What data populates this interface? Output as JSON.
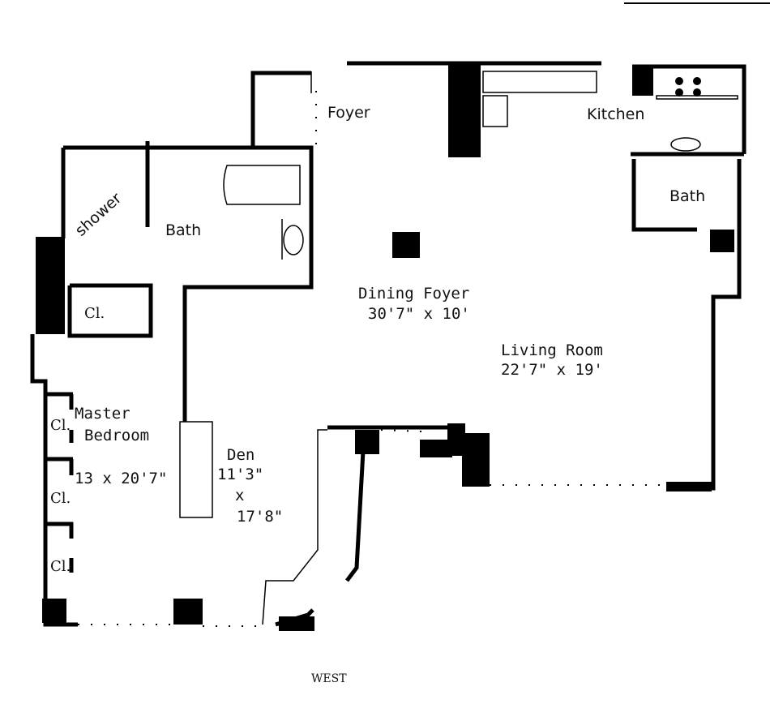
{
  "plan": {
    "compass": "WEST",
    "rooms": {
      "foyer": {
        "label": "Foyer"
      },
      "kitchen": {
        "label": "Kitchen"
      },
      "bath_east": {
        "label": "Bath"
      },
      "bath_main": {
        "label": "Bath"
      },
      "shower": {
        "label": "shower"
      },
      "closet_top": {
        "label": "Cl."
      },
      "dining_foyer": {
        "label": "Dining Foyer",
        "dimensions": "30'7\" x 10'"
      },
      "living_room": {
        "label": "Living Room",
        "dimensions": "22'7\" x 19'"
      },
      "master_bedroom": {
        "label_line1": "Master",
        "label_line2": "Bedroom",
        "dimensions": "13 x 20'7\""
      },
      "den": {
        "label": "Den",
        "dim_line1": "11'3\"",
        "dim_line2": "x",
        "dim_line3": "17'8\""
      },
      "closets_west": [
        {
          "label": "Cl."
        },
        {
          "label": "Cl."
        },
        {
          "label": "Cl."
        }
      ]
    }
  }
}
